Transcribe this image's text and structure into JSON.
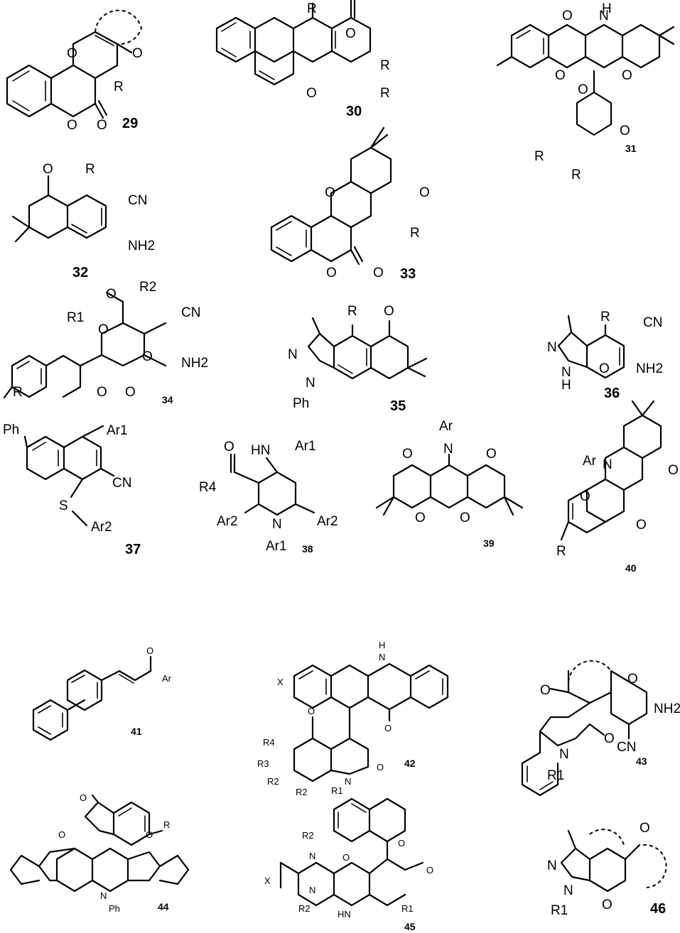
{
  "compounds": [
    {
      "id": "29",
      "substituents": [
        "R",
        "O",
        "O",
        "O",
        "O"
      ]
    },
    {
      "id": "30",
      "substituents": [
        "R",
        "O",
        "R",
        "R",
        "O"
      ]
    },
    {
      "id": "31",
      "substituents": [
        "H",
        "O",
        "N",
        "O",
        "O",
        "O",
        "O",
        "R",
        "R"
      ]
    },
    {
      "id": "32",
      "substituents": [
        "O",
        "R",
        "CN",
        "NH2"
      ]
    },
    {
      "id": "33",
      "substituents": [
        "O",
        "O",
        "O",
        "O",
        "R"
      ]
    },
    {
      "id": "34",
      "substituents": [
        "R1",
        "O",
        "O",
        "R2",
        "CN",
        "O",
        "NH2",
        "R",
        "O",
        "O"
      ]
    },
    {
      "id": "35",
      "substituents": [
        "R",
        "O",
        "N",
        "N",
        "Ph"
      ]
    },
    {
      "id": "36",
      "substituents": [
        "R",
        "CN",
        "N",
        "N",
        "H",
        "O",
        "NH2"
      ]
    },
    {
      "id": "37",
      "substituents": [
        "Ph",
        "Ar1",
        "CN",
        "S",
        "Ar2"
      ]
    },
    {
      "id": "38",
      "substituents": [
        "O",
        "HN",
        "Ar1",
        "R4",
        "Ar2",
        "N",
        "Ar2",
        "Ar1"
      ]
    },
    {
      "id": "39",
      "substituents": [
        "Ar",
        "N",
        "O",
        "O",
        "O",
        "O"
      ]
    },
    {
      "id": "40",
      "substituents": [
        "Ar",
        "N",
        "O",
        "O",
        "O",
        "R"
      ]
    },
    {
      "id": "41",
      "substituents": [
        "O",
        "Ar"
      ]
    },
    {
      "id": "42",
      "substituents": [
        "H",
        "N",
        "X",
        "O",
        "O",
        "R4",
        "R3",
        "R2",
        "R2",
        "N",
        "R1",
        "O"
      ]
    },
    {
      "id": "43",
      "substituents": [
        "O",
        "O",
        "NH2",
        "CN",
        "N",
        "O",
        "R1"
      ]
    },
    {
      "id": "44",
      "substituents": [
        "O",
        "R",
        "O",
        "O",
        "N",
        "Ph"
      ]
    },
    {
      "id": "45",
      "substituents": [
        "R2",
        "N",
        "O",
        "X",
        "N",
        "R2",
        "HN",
        "R1",
        "O",
        "O"
      ]
    },
    {
      "id": "46",
      "substituents": [
        "O",
        "N",
        "N",
        "R1",
        "O"
      ]
    }
  ]
}
